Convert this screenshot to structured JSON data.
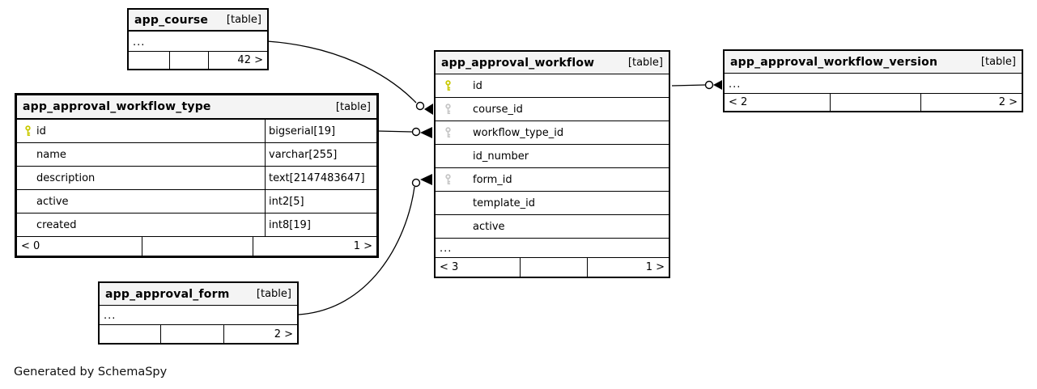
{
  "diagram": {
    "generator_note": "Generated by SchemaSpy",
    "tables": [
      {
        "name": "app_course",
        "tag": "[table]",
        "ellipsis": "...",
        "footer": [
          "",
          "",
          "42 >"
        ]
      },
      {
        "name": "app_approval_workflow_type",
        "tag": "[table]",
        "columns": [
          {
            "name": "id",
            "type": "bigserial[19]",
            "key": "primary"
          },
          {
            "name": "name",
            "type": "varchar[255]",
            "key": "none"
          },
          {
            "name": "description",
            "type": "text[2147483647]",
            "key": "none"
          },
          {
            "name": "active",
            "type": "int2[5]",
            "key": "none"
          },
          {
            "name": "created",
            "type": "int8[19]",
            "key": "none"
          }
        ],
        "footer": [
          "< 0",
          "",
          "1 >"
        ]
      },
      {
        "name": "app_approval_workflow",
        "tag": "[table]",
        "columns": [
          {
            "name": "id",
            "key": "primary"
          },
          {
            "name": "course_id",
            "key": "foreign"
          },
          {
            "name": "workflow_type_id",
            "key": "foreign"
          },
          {
            "name": "id_number",
            "key": "none"
          },
          {
            "name": "form_id",
            "key": "foreign"
          },
          {
            "name": "template_id",
            "key": "none"
          },
          {
            "name": "active",
            "key": "none"
          }
        ],
        "ellipsis": "...",
        "footer": [
          "< 3",
          "",
          "1 >"
        ]
      },
      {
        "name": "app_approval_workflow_version",
        "tag": "[table]",
        "ellipsis": "...",
        "footer": [
          "< 2",
          "",
          "2 >"
        ]
      },
      {
        "name": "app_approval_form",
        "tag": "[table]",
        "ellipsis": "...",
        "footer": [
          "",
          "",
          "2 >"
        ]
      }
    ],
    "relationships": [
      {
        "from": "app_course",
        "to": "app_approval_workflow.course_id"
      },
      {
        "from": "app_approval_workflow_type.id",
        "to": "app_approval_workflow.workflow_type_id"
      },
      {
        "from": "app_approval_form",
        "to": "app_approval_workflow.form_id"
      },
      {
        "from": "app_approval_workflow.id",
        "to": "app_approval_workflow_version"
      }
    ],
    "colors": {
      "primary_key": "#c9c900",
      "foreign_key": "#c6c6c6",
      "header_bg": "#f4f4f4",
      "border": "#000000"
    }
  }
}
